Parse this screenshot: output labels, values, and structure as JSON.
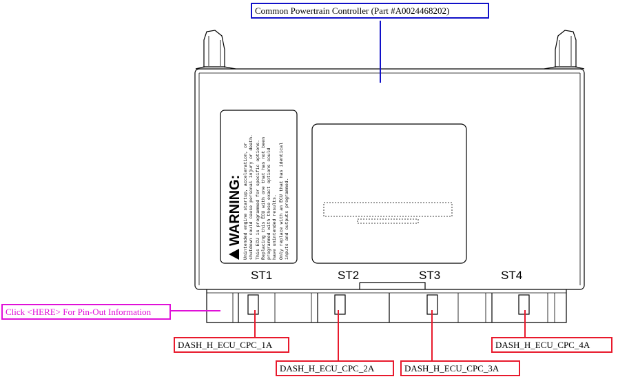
{
  "title_callout": "Common Powertrain Controller (Part #A0024468202)",
  "pinout_link": "Click <HERE> For Pin-Out Information",
  "ports": [
    {
      "label": "ST1",
      "connector": "DASH_H_ECU_CPC_1A"
    },
    {
      "label": "ST2",
      "connector": "DASH_H_ECU_CPC_2A"
    },
    {
      "label": "ST3",
      "connector": "DASH_H_ECU_CPC_3A"
    },
    {
      "label": "ST4",
      "connector": "DASH_H_ECU_CPC_4A"
    }
  ],
  "warning_label": {
    "heading": "WARNING:",
    "lines": [
      "Unintended engine startup, acceleration, or",
      "shutdown could cause personal injury or death.",
      "This ECU is programmed for specific options.",
      "Replacing this ECU with one that has not been",
      "programmed with these exact options could",
      "have unintended results.",
      "Only replace with an ECU that has identical",
      "inputs and outputs programmed."
    ]
  },
  "colors": {
    "connector_callout": "#e8192c",
    "title_callout": "#1010c8",
    "pinout_link": "#e010d8"
  }
}
